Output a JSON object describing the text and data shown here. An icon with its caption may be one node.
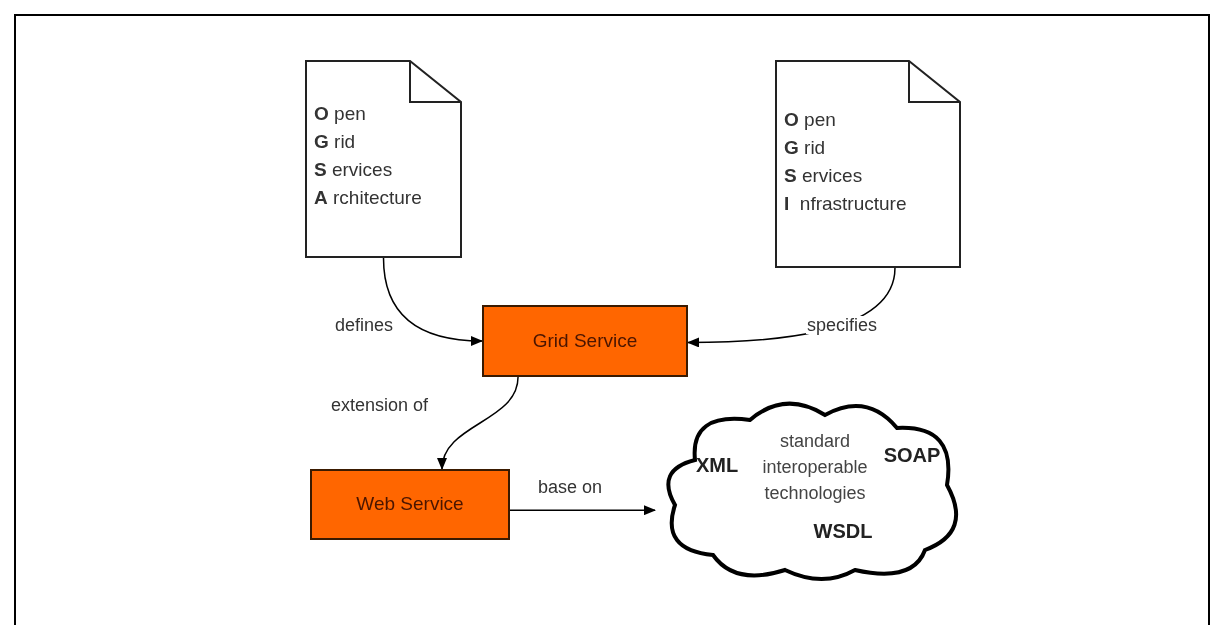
{
  "diagram": {
    "nodes": [
      {
        "text": [
          "**O** pen",
          "**G** rid",
          "**S** ervices",
          "**A** rchitecture"
        ]
      },
      {
        "text": [
          "**O** pen",
          "**G** rid",
          "**S** ervices",
          "**I**  nfrastructure"
        ]
      },
      {
        "text": [
          "Grid Service"
        ]
      },
      {
        "text": [
          "Web Service"
        ]
      },
      {
        "text": [
          "XML",
          "standard interoperable technologies",
          "SOAP",
          "WSDL"
        ]
      }
    ],
    "edges": [
      {
        "from": 0,
        "to": 2,
        "arrow": "to",
        "label": "defines"
      },
      {
        "from": 1,
        "to": 2,
        "arrow": "to",
        "label": "specifies"
      },
      {
        "from": 2,
        "to": 3,
        "arrow": "to",
        "label": "extension of"
      },
      {
        "from": 3,
        "to": 4,
        "arrow": "to",
        "label": "base on"
      }
    ]
  }
}
